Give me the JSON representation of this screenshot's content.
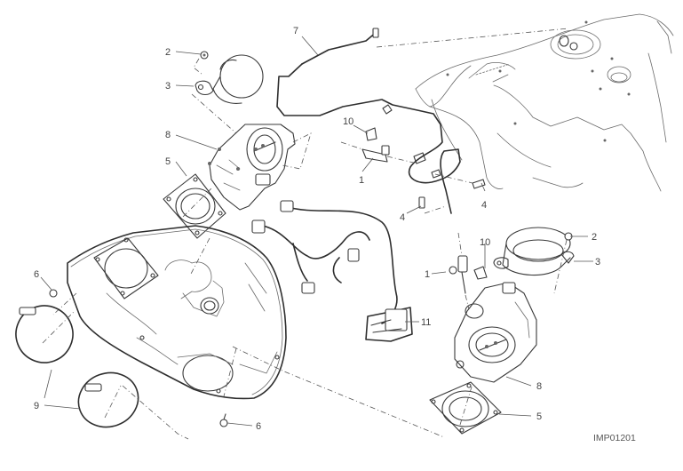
{
  "diagram": {
    "image_code": "IMP01201",
    "callouts": [
      {
        "id": "c2a",
        "label": "2",
        "part": "screw"
      },
      {
        "id": "c3a",
        "label": "3",
        "part": "intake-trumpet"
      },
      {
        "id": "c7",
        "label": "7",
        "part": "fuel-line"
      },
      {
        "id": "c8a",
        "label": "8",
        "part": "throttle-body"
      },
      {
        "id": "c5a",
        "label": "5",
        "part": "intake-flange"
      },
      {
        "id": "c10a",
        "label": "10",
        "part": "injector-clip"
      },
      {
        "id": "c1a",
        "label": "1",
        "part": "fuel-injector"
      },
      {
        "id": "c4a",
        "label": "4",
        "part": "screw"
      },
      {
        "id": "c4b",
        "label": "4",
        "part": "screw"
      },
      {
        "id": "c6a",
        "label": "6",
        "part": "screw"
      },
      {
        "id": "c9",
        "label": "9",
        "part": "hose-clamp"
      },
      {
        "id": "c6b",
        "label": "6",
        "part": "screw"
      },
      {
        "id": "c11",
        "label": "11",
        "part": "wiring-harness"
      },
      {
        "id": "c1b",
        "label": "1",
        "part": "fuel-injector"
      },
      {
        "id": "c10b",
        "label": "10",
        "part": "injector-clip"
      },
      {
        "id": "c2b",
        "label": "2",
        "part": "screw"
      },
      {
        "id": "c3b",
        "label": "3",
        "part": "intake-trumpet"
      },
      {
        "id": "c8b",
        "label": "8",
        "part": "throttle-body"
      },
      {
        "id": "c5b",
        "label": "5",
        "part": "intake-flange"
      }
    ]
  }
}
